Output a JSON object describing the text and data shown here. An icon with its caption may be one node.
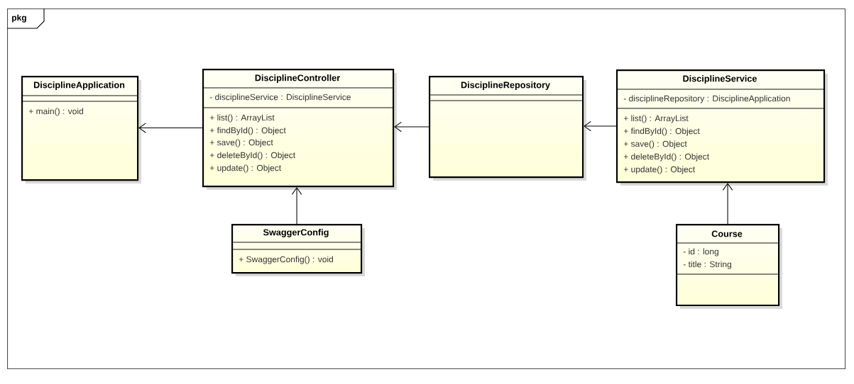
{
  "diagram": {
    "nodes": [
      {
        "text": [
          "pkg"
        ]
      },
      {
        "text": [
          "DisciplineApplication",
          "+ main() : void"
        ],
        "in": 0
      },
      {
        "text": [
          "DisciplineController",
          "- disciplineService : DisciplineService",
          "+ list() : ArrayList",
          "+ findById() : Object",
          "+ save() : Object",
          "+ deleteById() : Object",
          "+ update() : Object"
        ],
        "in": 0
      },
      {
        "text": [
          "DisciplineRepository"
        ],
        "in": 0
      },
      {
        "text": [
          "DisciplineService",
          "- disciplineRepository : DisciplineApplication",
          "+ list() : ArrayList",
          "+ findById() : Object",
          "+ save() : Object",
          "+ deleteById() : Object",
          "+ update() : Object"
        ],
        "in": 0
      },
      {
        "text": [
          "SwaggerConfig",
          "+ SwaggerConfig() : void"
        ],
        "in": 0
      },
      {
        "text": [
          "Course",
          "- id : long",
          "- title : String"
        ],
        "in": 0
      }
    ],
    "edges": [
      {
        "from": 2,
        "to": 1,
        "arrow": "to"
      },
      {
        "from": 3,
        "to": 2,
        "arrow": "to"
      },
      {
        "from": 4,
        "to": 3,
        "arrow": "to"
      },
      {
        "from": 5,
        "to": 2,
        "arrow": "to"
      },
      {
        "from": 6,
        "to": 4,
        "arrow": "to"
      }
    ]
  }
}
